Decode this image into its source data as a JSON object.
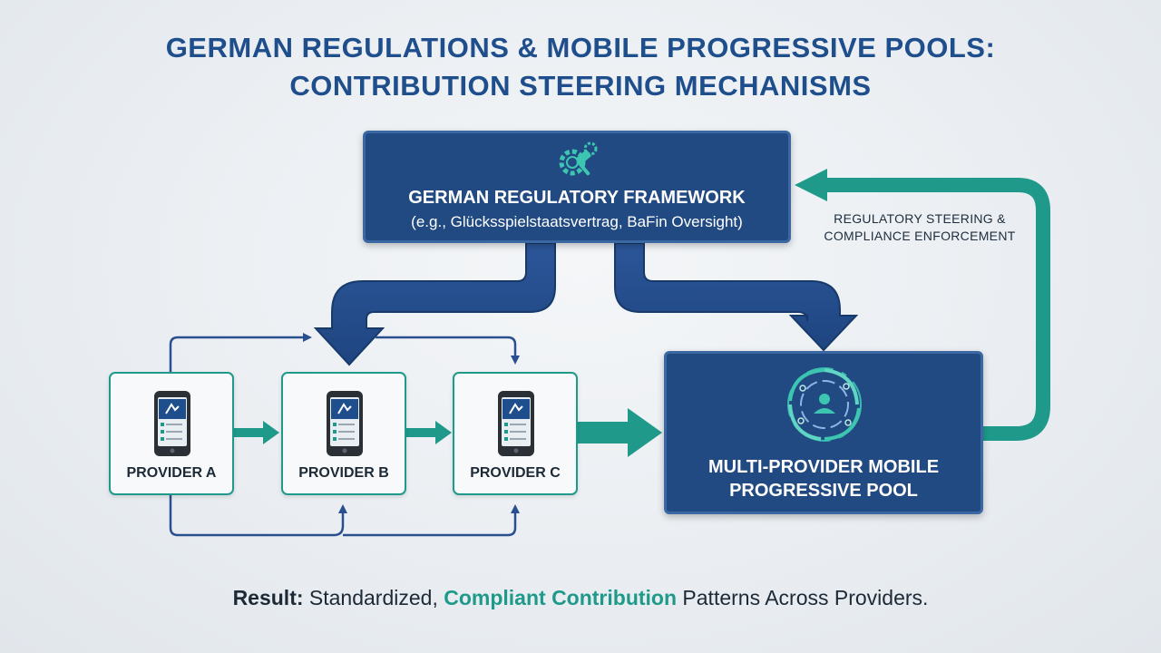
{
  "title": {
    "line1": "GERMAN REGULATIONS & MOBILE PROGRESSIVE POOLS:",
    "line2": "CONTRIBUTION STEERING MECHANISMS"
  },
  "regulator": {
    "title": "GERMAN REGULATORY FRAMEWORK",
    "subtitle": "(e.g., Glücksspielstaatsvertrag, BaFin Oversight)",
    "icon": "gavel-gear-icon"
  },
  "feedback_label": {
    "line1": "REGULATORY STEERING &",
    "line2": "COMPLIANCE ENFORCEMENT"
  },
  "providers": [
    {
      "label": "PROVIDER A",
      "icon": "smartphone-icon"
    },
    {
      "label": "PROVIDER B",
      "icon": "smartphone-icon"
    },
    {
      "label": "PROVIDER C",
      "icon": "smartphone-icon"
    }
  ],
  "pool": {
    "line1": "MULTI-PROVIDER MOBILE",
    "line2": "PROGRESSIVE POOL",
    "icon": "network-swirl-icon"
  },
  "result": {
    "prefix": "Result:",
    "part1": " Standardized, ",
    "highlight": "Compliant Contribution",
    "part2": " Patterns Across Providers."
  },
  "colors": {
    "navy": "#214a82",
    "teal": "#1f9a8a",
    "title": "#1f4e8c",
    "connector": "#2a4f8f"
  }
}
